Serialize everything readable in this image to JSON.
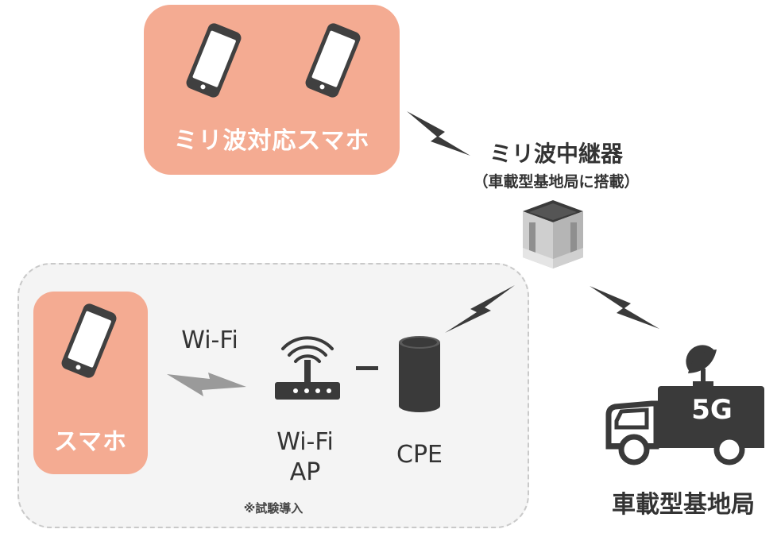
{
  "top_group": {
    "label": "ミリ波対応スマホ"
  },
  "repeater": {
    "title": "ミリ波中継器",
    "subtitle": "（車載型基地局に搭載）"
  },
  "trial_area": {
    "smartphone_label": "スマホ",
    "wifi_link_label": "Wi-Fi",
    "ap_label_line1": "Wi-Fi",
    "ap_label_line2": "AP",
    "cpe_label": "CPE",
    "note": "※試験導入"
  },
  "base_station": {
    "badge": "5G",
    "label": "車載型基地局"
  },
  "colors": {
    "box_fill": "#f4ab92",
    "icon_dark": "#404040",
    "wireless_icon": "#3a3a3a",
    "wifi_bolt": "#9a9a9a",
    "dashed_border": "#c9c9c9",
    "dashed_fill": "#f4f4f4"
  },
  "icons": [
    "smartphone-icon",
    "lightning-bolt-icon",
    "repeater-box-icon",
    "wifi-router-icon",
    "cpe-cylinder-icon",
    "truck-icon",
    "satellite-dish-icon"
  ]
}
